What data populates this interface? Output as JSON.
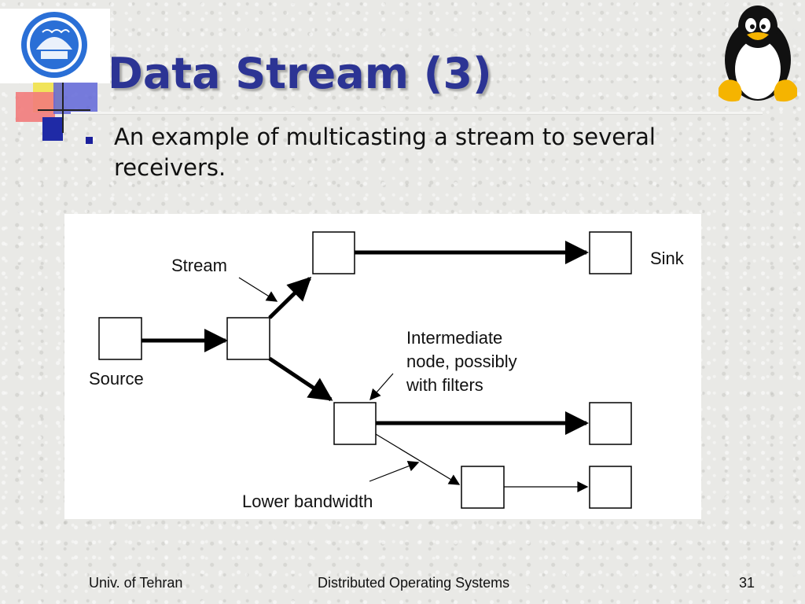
{
  "slide": {
    "title": "Data Stream (3)",
    "bullet": "An example of multicasting a stream to several receivers."
  },
  "diagram": {
    "labels": {
      "stream": "Stream",
      "sink": "Sink",
      "source": "Source",
      "intermediate_line1": "Intermediate",
      "intermediate_line2": "node, possibly",
      "intermediate_line3": "with filters",
      "lower_bandwidth": "Lower bandwidth"
    }
  },
  "footer": {
    "left": "Univ. of Tehran",
    "center": "Distributed Operating Systems",
    "page": "31"
  },
  "icons": [
    "university-seal-icon",
    "tux-penguin-icon"
  ]
}
